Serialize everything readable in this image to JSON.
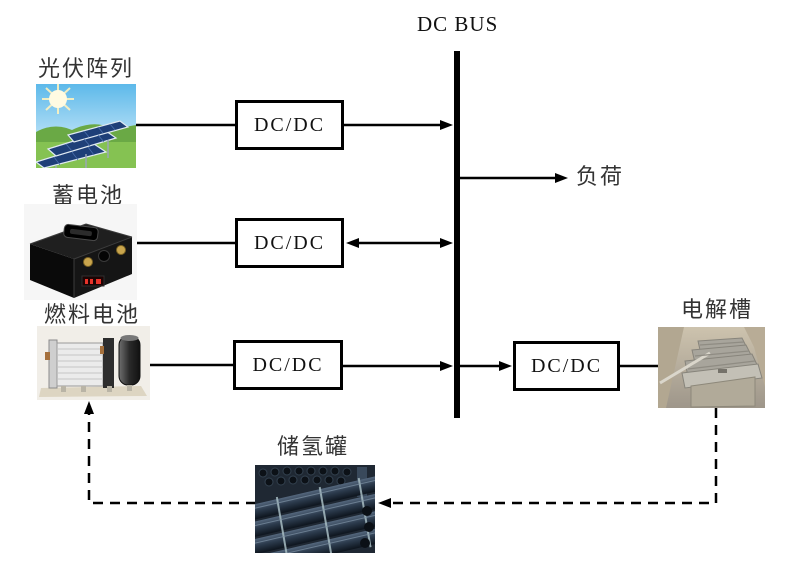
{
  "figure": {
    "bus_label": "DC BUS",
    "load_label": "负荷"
  },
  "nodes": {
    "pv": {
      "label": "光伏阵列",
      "image": "solar-panel-photo"
    },
    "battery": {
      "label": "蓄电池",
      "image": "battery-photo"
    },
    "fuel_cell": {
      "label": "燃料电池",
      "image": "fuel-cell-photo"
    },
    "electrolyzer": {
      "label": "电解槽",
      "image": "electrolyzer-photo"
    },
    "hydrogen_tank": {
      "label": "储氢罐",
      "image": "hydrogen-tank-photo"
    }
  },
  "converters": [
    {
      "label": "DC/DC"
    },
    {
      "label": "DC/DC"
    },
    {
      "label": "DC/DC"
    },
    {
      "label": "DC/DC"
    }
  ],
  "connections": [
    {
      "from": "光伏阵列",
      "to": "DC/DC",
      "style": "solid",
      "arrows": "none"
    },
    {
      "from": "DC/DC",
      "to": "DC BUS",
      "style": "solid",
      "arrows": "to"
    },
    {
      "from": "蓄电池",
      "to": "DC/DC",
      "style": "solid",
      "arrows": "none"
    },
    {
      "from": "DC/DC",
      "to": "DC BUS",
      "style": "solid",
      "arrows": "both"
    },
    {
      "from": "DC BUS",
      "to": "负荷",
      "style": "solid",
      "arrows": "to"
    },
    {
      "from": "燃料电池",
      "to": "DC/DC",
      "style": "solid",
      "arrows": "none"
    },
    {
      "from": "DC/DC",
      "to": "DC BUS",
      "style": "solid",
      "arrows": "to"
    },
    {
      "from": "DC BUS",
      "to": "DC/DC",
      "style": "solid",
      "arrows": "to"
    },
    {
      "from": "DC/DC",
      "to": "电解槽",
      "style": "solid",
      "arrows": "none"
    },
    {
      "from": "电解槽",
      "to": "储氢罐",
      "style": "dashed",
      "arrows": "to"
    },
    {
      "from": "储氢罐",
      "to": "燃料电池",
      "style": "dashed",
      "arrows": "to"
    }
  ],
  "colors": {
    "background": "#ffffff",
    "line": "#000000",
    "box_border": "#000000"
  }
}
